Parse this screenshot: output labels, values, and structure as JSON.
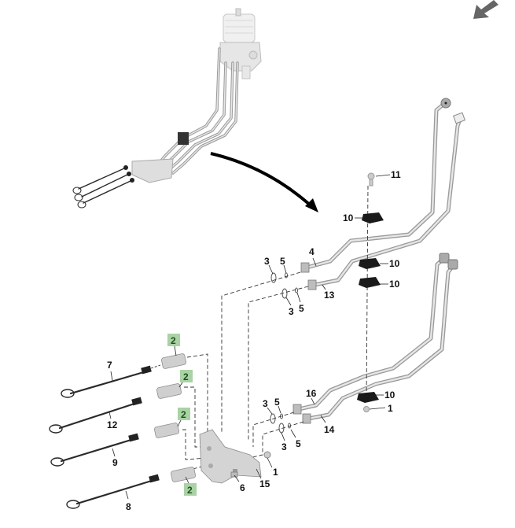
{
  "diagram": {
    "type": "exploded-parts-diagram",
    "subject": "Hydraulic tube and control cable assembly",
    "nav_arrow": {
      "icon": "back-arrow-icon",
      "direction": "down-left",
      "color": "#666666"
    },
    "highlight_color": "#a9d3a4",
    "callouts": [
      {
        "id": "c11",
        "label": "11",
        "part": "bolt"
      },
      {
        "id": "c10a",
        "label": "10",
        "part": "tube clamp"
      },
      {
        "id": "c4",
        "label": "4",
        "part": "hydraulic tube"
      },
      {
        "id": "c3a",
        "label": "3",
        "part": "o-ring"
      },
      {
        "id": "c5a",
        "label": "5",
        "part": "o-ring"
      },
      {
        "id": "c10b",
        "label": "10",
        "part": "tube clamp"
      },
      {
        "id": "c10c",
        "label": "10",
        "part": "tube clamp"
      },
      {
        "id": "c13",
        "label": "13",
        "part": "hydraulic tube"
      },
      {
        "id": "c3b",
        "label": "3",
        "part": "o-ring"
      },
      {
        "id": "c5b",
        "label": "5",
        "part": "o-ring"
      },
      {
        "id": "c2a",
        "label": "2",
        "part": "cable sleeve",
        "highlighted": true
      },
      {
        "id": "c7",
        "label": "7",
        "part": "control cable"
      },
      {
        "id": "c2b",
        "label": "2",
        "part": "cable sleeve",
        "highlighted": true
      },
      {
        "id": "c16",
        "label": "16",
        "part": "hydraulic tube"
      },
      {
        "id": "c10d",
        "label": "10",
        "part": "tube clamp"
      },
      {
        "id": "c3c",
        "label": "3",
        "part": "o-ring"
      },
      {
        "id": "c5c",
        "label": "5",
        "part": "o-ring"
      },
      {
        "id": "c1a",
        "label": "1",
        "part": "nut"
      },
      {
        "id": "c12",
        "label": "12",
        "part": "control cable"
      },
      {
        "id": "c14",
        "label": "14",
        "part": "hydraulic tube"
      },
      {
        "id": "c2c",
        "label": "2",
        "part": "cable sleeve",
        "highlighted": true
      },
      {
        "id": "c3d",
        "label": "3",
        "part": "o-ring"
      },
      {
        "id": "c5d",
        "label": "5",
        "part": "o-ring"
      },
      {
        "id": "c9",
        "label": "9",
        "part": "control cable"
      },
      {
        "id": "c1b",
        "label": "1",
        "part": "nut"
      },
      {
        "id": "c6",
        "label": "6",
        "part": "bolt"
      },
      {
        "id": "c15",
        "label": "15",
        "part": "bracket"
      },
      {
        "id": "c8",
        "label": "8",
        "part": "control cable"
      },
      {
        "id": "c2d",
        "label": "2",
        "part": "cable sleeve",
        "highlighted": true
      }
    ]
  }
}
